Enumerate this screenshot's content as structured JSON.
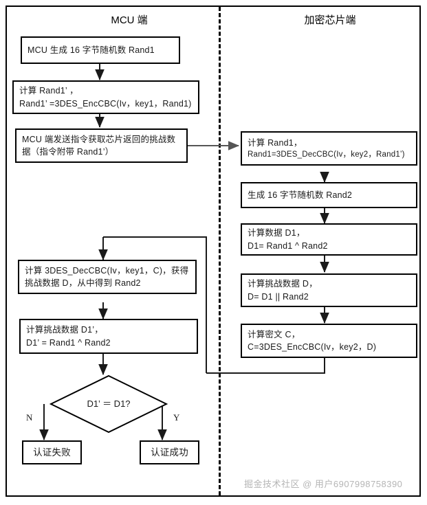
{
  "diagram": {
    "lanes": [
      {
        "id": "mcu",
        "title": "MCU 端"
      },
      {
        "id": "chip",
        "title": "加密芯片端"
      }
    ],
    "nodes": {
      "mcu_gen_rand1": {
        "line1": "MCU 生成 16 字节随机数 Rand1",
        "line2": ""
      },
      "mcu_calc_rand1p": {
        "line1": "计算 Rand1’ ，",
        "line2": "Rand1’ =3DES_EncCBC(Iv，key1，Rand1)"
      },
      "mcu_send_cmd": {
        "line1": "MCU 端发送指令获取芯片返回的挑战数",
        "line2": "据（指令附带 Rand1’）"
      },
      "mcu_dec_c": {
        "line1": "计算 3DES_DecCBC(Iv，key1，C)，获得",
        "line2": "挑战数据 D，从中得到 Rand2"
      },
      "mcu_calc_d1p": {
        "line1": "计算挑战数据 D1’，",
        "line2": "D1’ = Rand1 ^ Rand2"
      },
      "chip_dec_rand1": {
        "line1": "计算 Rand1，",
        "line2": "Rand1=3DES_DecCBC(Iv，key2，Rand1’)"
      },
      "chip_gen_rand2": {
        "line1": "生成 16 字节随机数 Rand2",
        "line2": ""
      },
      "chip_calc_d1": {
        "line1": "计算数据 D1，",
        "line2": "D1= Rand1 ^ Rand2"
      },
      "chip_calc_d": {
        "line1": "计算挑战数据 D，",
        "line2": "D= D1 || Rand2"
      },
      "chip_calc_c": {
        "line1": "计算密文 C，",
        "line2": "C=3DES_EncCBC(Iv，key2，D)"
      },
      "auth_fail": {
        "line1": "认证失败",
        "line2": ""
      },
      "auth_success": {
        "line1": "认证成功",
        "line2": ""
      }
    },
    "decision": {
      "label": "D1’ ＝ D1?"
    },
    "branches": {
      "no": "N",
      "yes": "Y"
    },
    "watermark": "掘金技术社区 @ 用户6907998758390",
    "colors": {
      "stroke": "#000000",
      "connector": "#444444",
      "text": "#1a1a1a",
      "watermark": "#b5b5b5"
    }
  }
}
